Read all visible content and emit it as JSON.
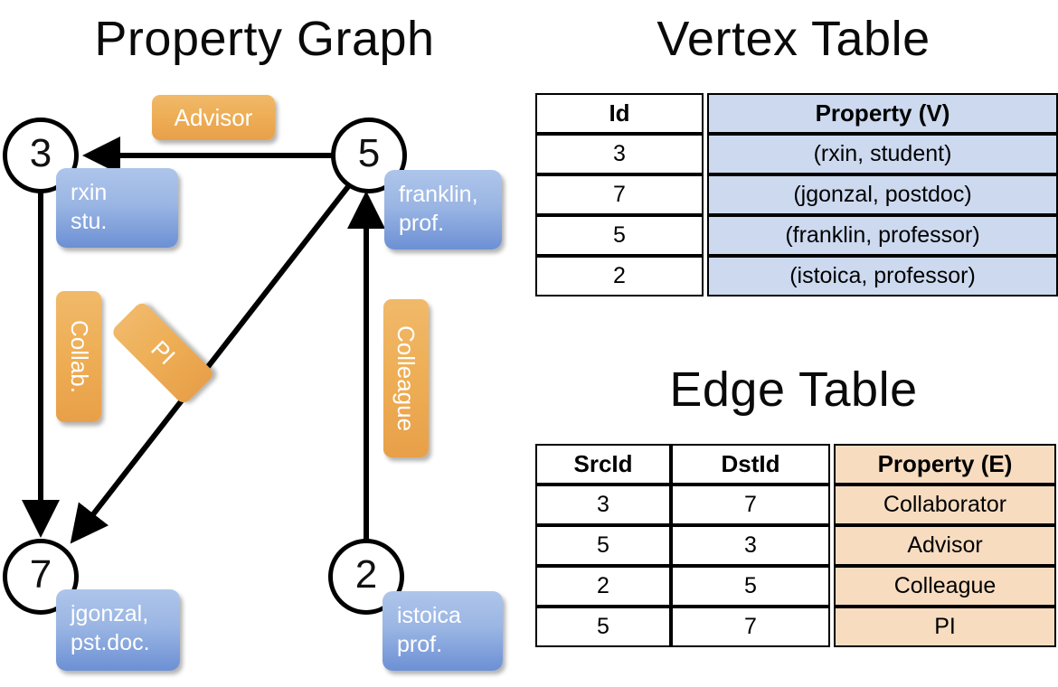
{
  "panels": {
    "graph_title": "Property Graph",
    "vertex_title": "Vertex Table",
    "edge_title": "Edge Table"
  },
  "colors": {
    "vertex_property_fill": "#ccd9ef",
    "edge_property_fill": "#f7dcc0",
    "node_box_blue": "#6c90d4",
    "edge_label_orange": "#eeae55",
    "stroke": "#000000"
  },
  "graph": {
    "vertices": [
      {
        "id": "3",
        "property_label": "rxin\nstu.",
        "line1": "rxin",
        "line2": "stu."
      },
      {
        "id": "5",
        "property_label": "franklin,\nprof.",
        "line1": "franklin,",
        "line2": "prof."
      },
      {
        "id": "7",
        "property_label": "jgonzal,\npst.doc.",
        "line1": "jgonzal,",
        "line2": "pst.doc."
      },
      {
        "id": "2",
        "property_label": "istoica\nprof.",
        "line1": "istoica",
        "line2": "prof."
      }
    ],
    "edge_labels": [
      {
        "name": "advisor",
        "text": "Advisor",
        "orientation": "horizontal"
      },
      {
        "name": "collab",
        "text": "Collab.",
        "orientation": "vertical"
      },
      {
        "name": "pi",
        "text": "PI",
        "orientation": "diagonal"
      },
      {
        "name": "colleague",
        "text": "Colleague",
        "orientation": "vertical"
      }
    ],
    "edges": [
      {
        "src": "5",
        "dst": "3",
        "label": "Advisor"
      },
      {
        "src": "3",
        "dst": "7",
        "label": "Collab."
      },
      {
        "src": "5",
        "dst": "7",
        "label": "PI"
      },
      {
        "src": "2",
        "dst": "5",
        "label": "Colleague"
      }
    ]
  },
  "vertex_table": {
    "headers": [
      "Id",
      "Property (V)"
    ],
    "rows": [
      {
        "id": "3",
        "property": "(rxin, student)"
      },
      {
        "id": "7",
        "property": "(jgonzal, postdoc)"
      },
      {
        "id": "5",
        "property": "(franklin, professor)"
      },
      {
        "id": "2",
        "property": "(istoica, professor)"
      }
    ]
  },
  "edge_table": {
    "headers": [
      "SrcId",
      "DstId",
      "Property (E)"
    ],
    "rows": [
      {
        "src": "3",
        "dst": "7",
        "property": "Collaborator"
      },
      {
        "src": "5",
        "dst": "3",
        "property": "Advisor"
      },
      {
        "src": "2",
        "dst": "5",
        "property": "Colleague"
      },
      {
        "src": "5",
        "dst": "7",
        "property": "PI"
      }
    ]
  }
}
